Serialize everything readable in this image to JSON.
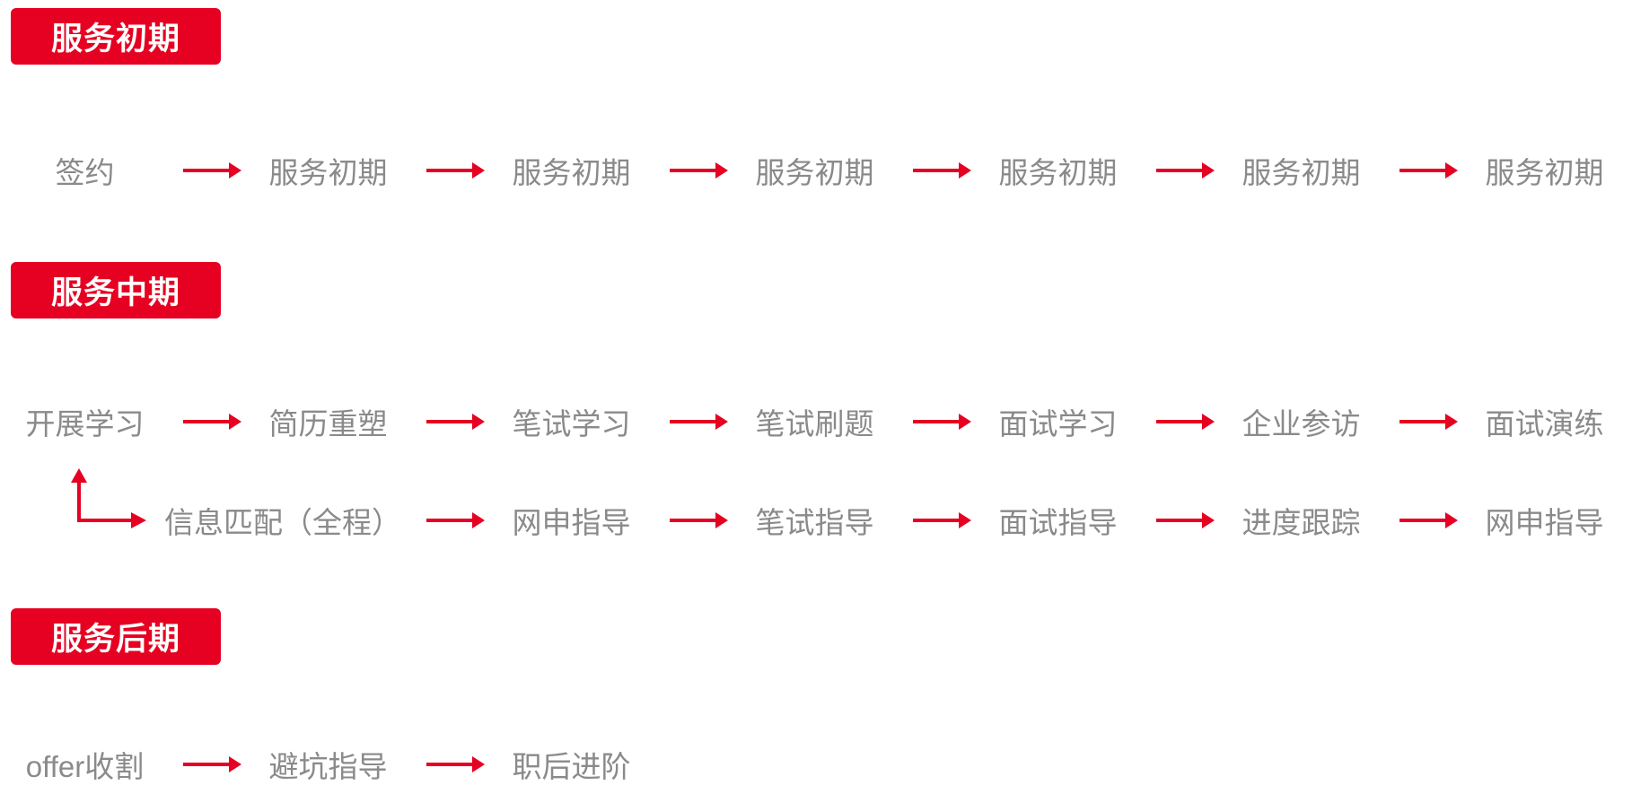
{
  "colors": {
    "accent_red": "#e60021",
    "node_text": "#8a8a8a",
    "badge_text": "#ffffff"
  },
  "sections": [
    {
      "badge": "服务初期",
      "rows": [
        {
          "nodes": [
            "签约",
            "服务初期",
            "服务初期",
            "服务初期",
            "服务初期",
            "服务初期",
            "服务初期"
          ]
        }
      ]
    },
    {
      "badge": "服务中期",
      "rows": [
        {
          "nodes": [
            "开展学习",
            "简历重塑",
            "笔试学习",
            "笔试刷题",
            "面试学习",
            "企业参访",
            "面试演练"
          ]
        },
        {
          "branch": true,
          "nodes": [
            "信息匹配（全程）",
            "网申指导",
            "笔试指导",
            "面试指导",
            "进度跟踪",
            "网申指导"
          ]
        }
      ]
    },
    {
      "badge": "服务后期",
      "rows": [
        {
          "nodes": [
            "offer收割",
            "避坑指导",
            "职后进阶"
          ]
        }
      ]
    }
  ]
}
